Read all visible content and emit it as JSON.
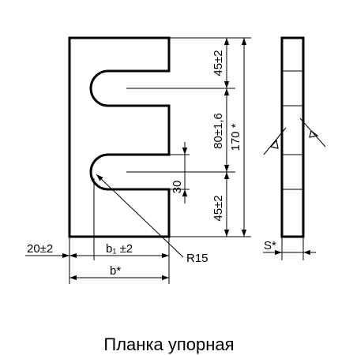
{
  "caption": "Планка упорная",
  "dimensions": {
    "top_slot_spacing": "45±2",
    "middle_height": "80±1,6",
    "total_height": "170 *",
    "slot_width": "30",
    "bottom_slot_spacing": "45±2",
    "left_margin": "20±2",
    "b1_label": "b₁ ±2",
    "b_total": "b*",
    "radius": "R15",
    "thickness": "S*"
  }
}
